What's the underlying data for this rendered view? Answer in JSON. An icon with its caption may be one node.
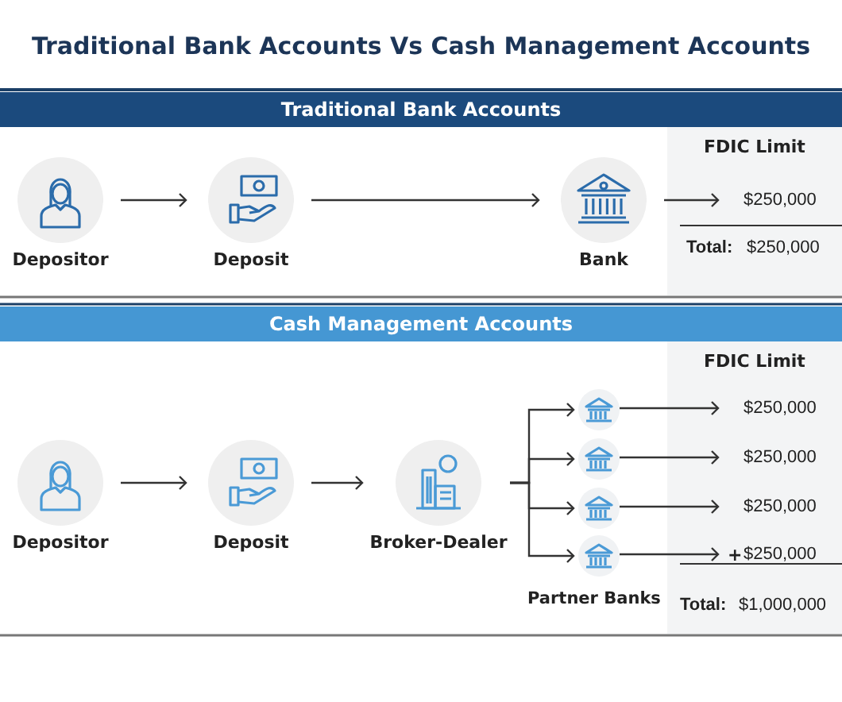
{
  "diagram": {
    "title": "Traditional Bank Accounts Vs Cash Management Accounts",
    "nodes": [
      {
        "text": [
          "Traditional Bank Accounts"
        ]
      },
      {
        "text": [
          "Depositor"
        ]
      },
      {
        "text": [
          "Deposit"
        ]
      },
      {
        "text": [
          "Bank"
        ]
      },
      {
        "text": [
          "FDIC Limit"
        ]
      },
      {
        "text": [
          "$250,000"
        ],
        "in": 4
      },
      {
        "text": [
          "Cash Management Accounts"
        ]
      },
      {
        "text": [
          "Depositor"
        ]
      },
      {
        "text": [
          "Deposit"
        ]
      },
      {
        "text": [
          "Broker-Dealer"
        ]
      },
      {
        "text": [],
        "shape": "circle"
      },
      {
        "text": [],
        "shape": "circle"
      },
      {
        "text": [],
        "shape": "circle"
      },
      {
        "text": [],
        "shape": "circle",
        "beside": [
          "Partner Banks"
        ]
      },
      {
        "text": [
          "FDIC Limit"
        ]
      },
      {
        "text": [
          "$250,000"
        ],
        "in": 14
      },
      {
        "text": [
          "$250,000"
        ],
        "in": 14
      },
      {
        "text": [
          "$250,000"
        ],
        "in": 14
      },
      {
        "text": [
          "$250,000"
        ],
        "in": 14
      }
    ],
    "edges": [
      {
        "from": 1,
        "to": 2,
        "arrow": "to"
      },
      {
        "from": 2,
        "to": 3,
        "arrow": "to"
      },
      {
        "from": 3,
        "to": 5,
        "arrow": "to"
      },
      {
        "from": 7,
        "to": 8,
        "arrow": "to"
      },
      {
        "from": 8,
        "to": 9,
        "arrow": "to"
      },
      {
        "from": 9,
        "to": 10,
        "arrow": "to"
      },
      {
        "from": 9,
        "to": 11,
        "arrow": "to"
      },
      {
        "from": 9,
        "to": 12,
        "arrow": "to"
      },
      {
        "from": 9,
        "to": 13,
        "arrow": "to"
      },
      {
        "from": 10,
        "to": 15,
        "arrow": "to"
      },
      {
        "from": 11,
        "to": 16,
        "arrow": "to"
      },
      {
        "from": 12,
        "to": 17,
        "arrow": "to"
      },
      {
        "from": 13,
        "to": 18,
        "arrow": "to"
      }
    ],
    "labels": [
      "Total:",
      "$250,000",
      "+",
      "Total:",
      "$1,000,000"
    ]
  }
}
